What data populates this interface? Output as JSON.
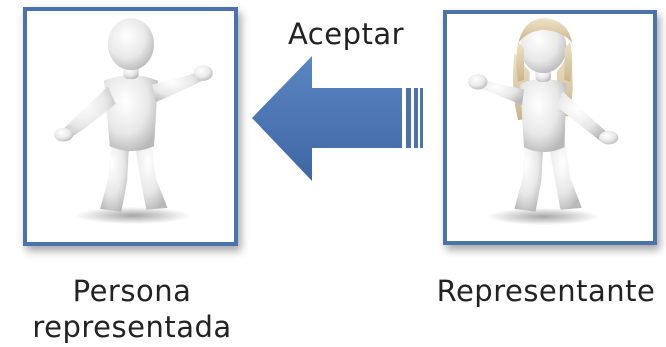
{
  "diagram": {
    "arrow_label": "Aceptar",
    "left_caption_line1": "Persona",
    "left_caption_line2": "representada",
    "right_caption": "Representante"
  },
  "colors": {
    "frame_border": "#4a72ad",
    "arrow_fill": "#4a72ad",
    "figure": "#e6e6e6",
    "hair": "#d8c7a3"
  },
  "icons": {
    "left_figure": "person-figure-icon",
    "right_figure": "person-figure-long-hair-icon",
    "arrow": "left-arrow-icon"
  }
}
